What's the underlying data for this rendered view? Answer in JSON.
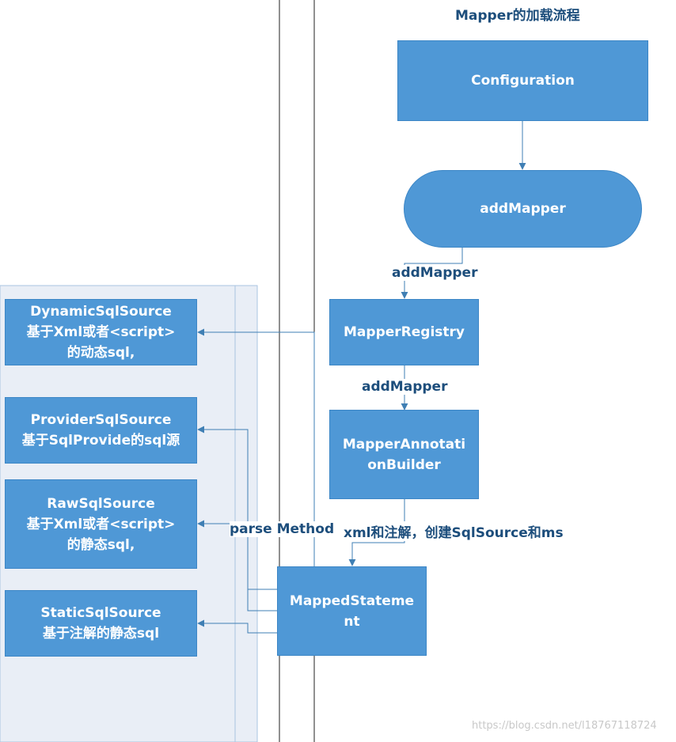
{
  "diagram": {
    "title": "Mapper的加载流程",
    "nodes": {
      "configuration": "Configuration",
      "add_mapper": "addMapper",
      "mapper_registry": "MapperRegistry",
      "annotation_builder": [
        "MapperAnnotati",
        "onBuilder"
      ],
      "mapped_statement": [
        "MappedStateme",
        "nt"
      ],
      "dynamic_sql_source": [
        "DynamicSqlSource",
        "基于Xml或者<script>",
        "的动态sql,"
      ],
      "provider_sql_source": [
        "ProviderSqlSource",
        "基于SqlProvide的sql源"
      ],
      "raw_sql_source": [
        "RawSqlSource",
        "基于Xml或者<script>",
        "的静态sql,"
      ],
      "static_sql_source": [
        "StaticSqlSource",
        "基于注解的静态sql"
      ]
    },
    "edges": {
      "add_mapper_1": "addMapper",
      "add_mapper_2": "addMapper",
      "parse_method": "parse Method",
      "parse_xml": "xml和注解，创建SqlSource和ms"
    }
  },
  "watermark": "https://blog.csdn.net/l18767118724",
  "colors": {
    "box_fill": "#4f98d6",
    "box_border": "#3c86c6",
    "label_text": "#1d4e7c",
    "lane_fill": "#e9eef6",
    "arrow": "#3f7fb4"
  }
}
